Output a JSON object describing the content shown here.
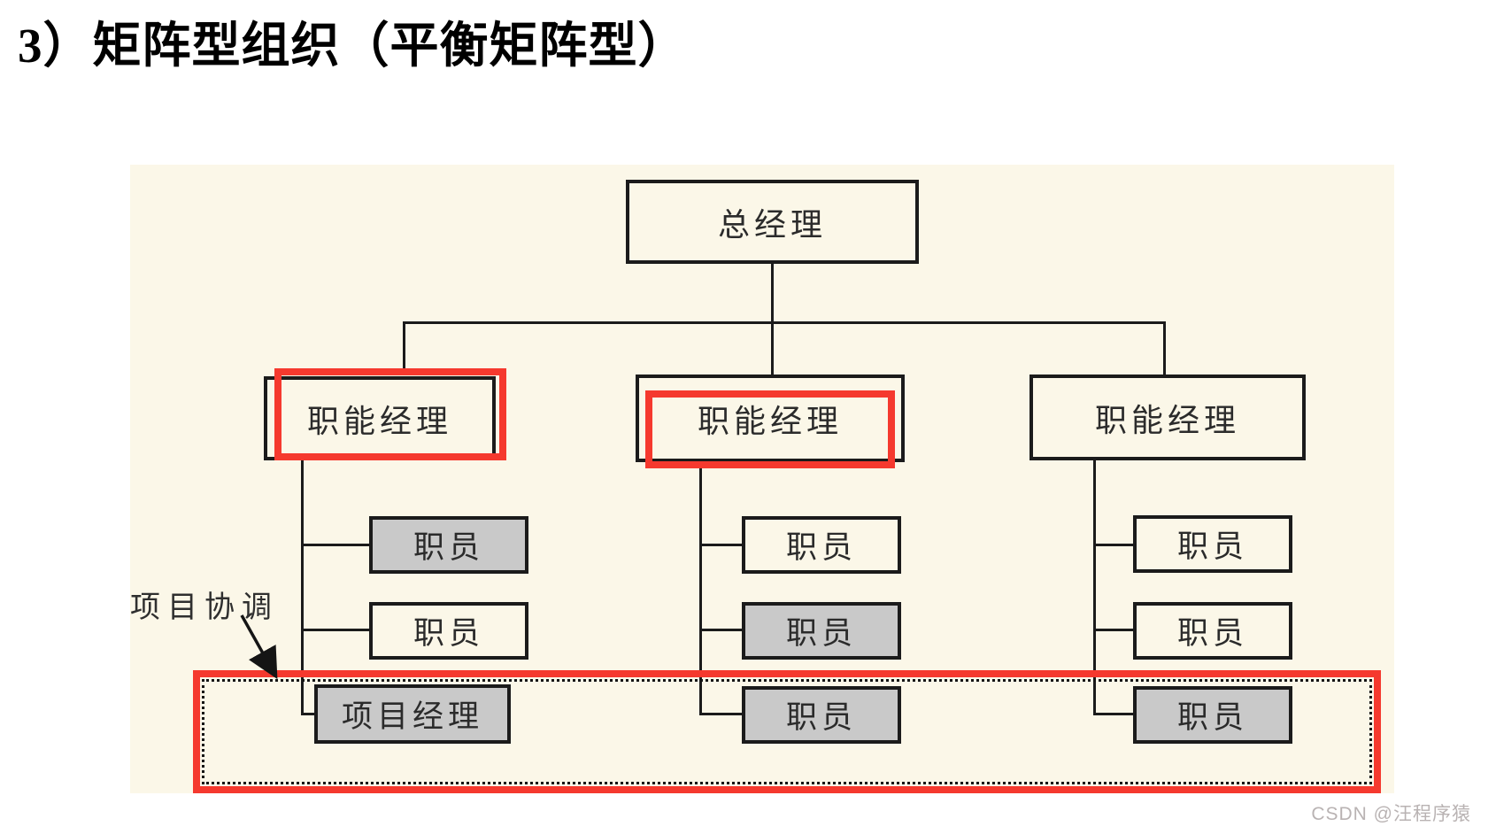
{
  "page": {
    "title": "3）矩阵型组织（平衡矩阵型）"
  },
  "diagram": {
    "root": {
      "label": "总经理"
    },
    "annotation": {
      "label": "项目协调"
    },
    "columns": [
      {
        "manager": {
          "label": "职能经理",
          "highlighted": true
        },
        "rows": [
          {
            "label": "职员",
            "filled": true
          },
          {
            "label": "职员",
            "filled": false
          },
          {
            "label": "项目经理",
            "filled": true,
            "in_project_band": true
          }
        ]
      },
      {
        "manager": {
          "label": "职能经理",
          "highlighted": true
        },
        "rows": [
          {
            "label": "职员",
            "filled": false
          },
          {
            "label": "职员",
            "filled": true
          },
          {
            "label": "职员",
            "filled": true,
            "in_project_band": true
          }
        ]
      },
      {
        "manager": {
          "label": "职能经理",
          "highlighted": false
        },
        "rows": [
          {
            "label": "职员",
            "filled": false
          },
          {
            "label": "职员",
            "filled": false
          },
          {
            "label": "职员",
            "filled": true,
            "in_project_band": true
          }
        ]
      }
    ]
  },
  "watermark": {
    "text": "CSDN @汪程序猿"
  },
  "colors": {
    "panel_background": "#fbf7e8",
    "box_fill_gray": "#c9c9c9",
    "highlight_red": "#f5392e",
    "line_black": "#1b1b1b",
    "watermark_gray": "#b9b3b3"
  }
}
